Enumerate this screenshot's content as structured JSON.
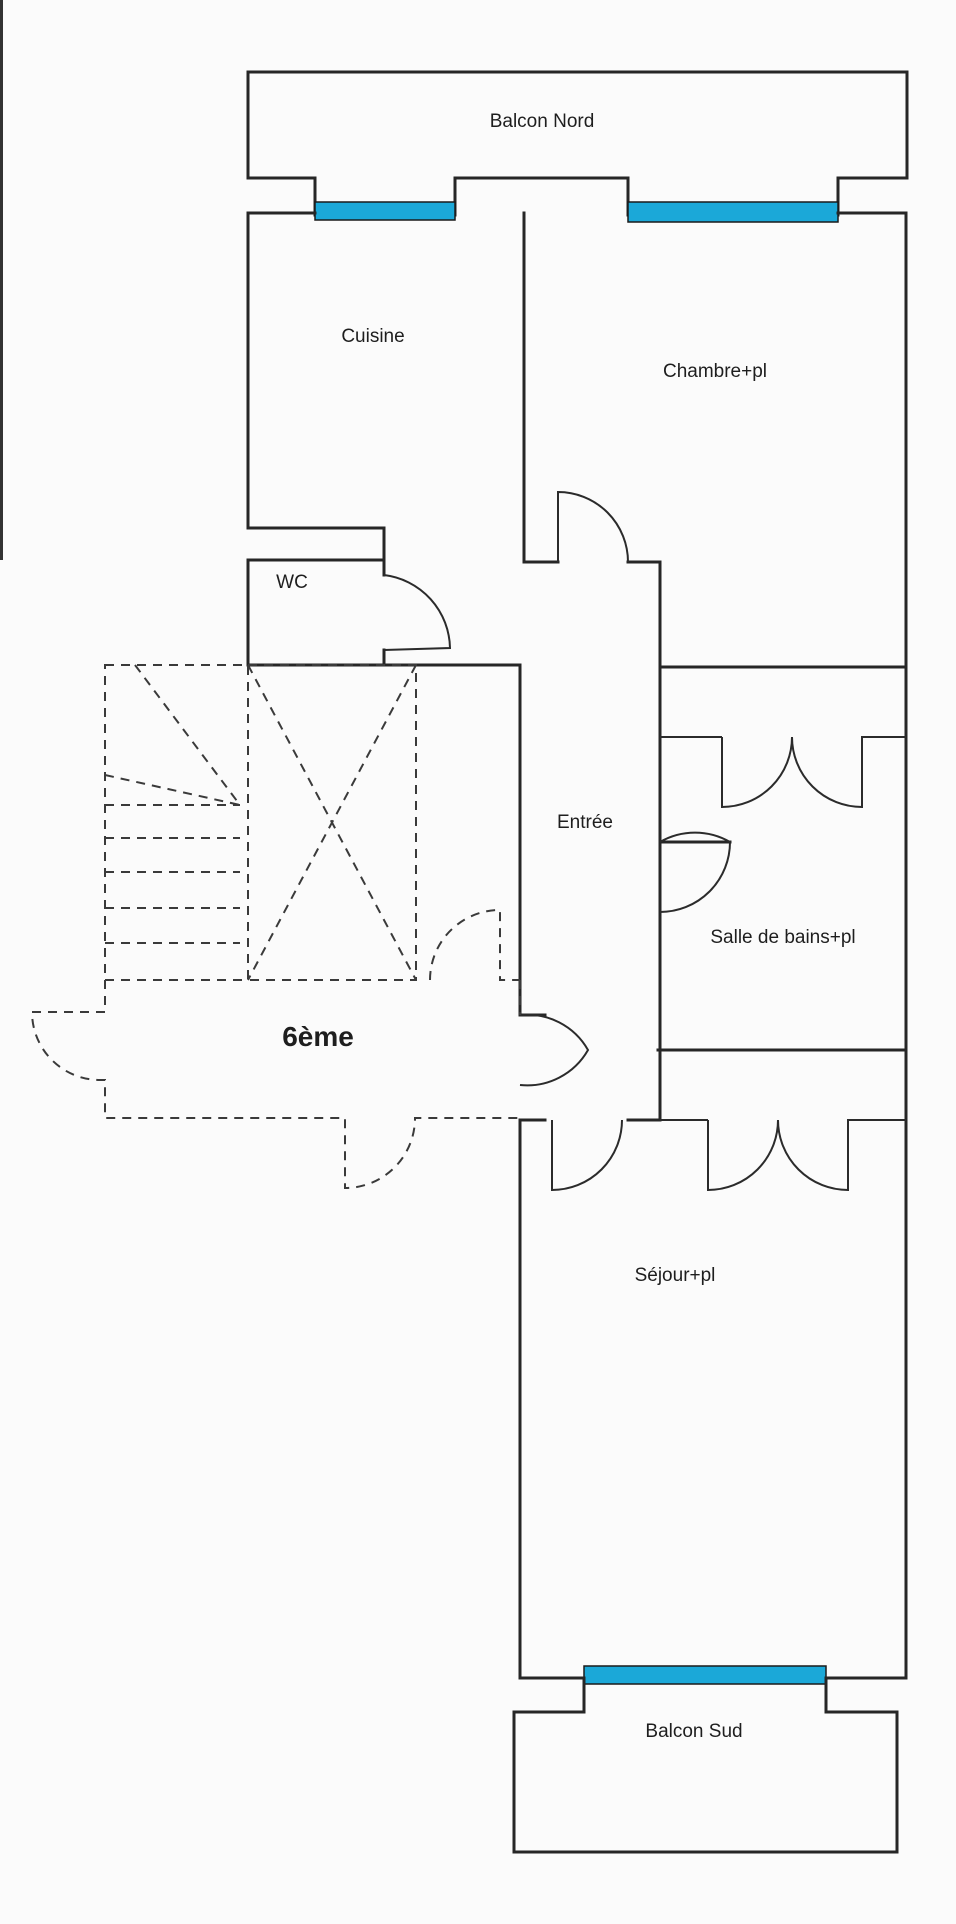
{
  "rooms": {
    "balcon_nord": "Balcon Nord",
    "cuisine": "Cuisine",
    "chambre": "Chambre+pl",
    "wc": "WC",
    "entree": "Entrée",
    "salle_de_bains": "Salle de bains+pl",
    "etage": "6ème",
    "sejour": "Séjour+pl",
    "balcon_sud": "Balcon Sud"
  },
  "colors": {
    "window": "#1ba8d8",
    "wall": "#262626",
    "background": "#fbfbfb"
  }
}
